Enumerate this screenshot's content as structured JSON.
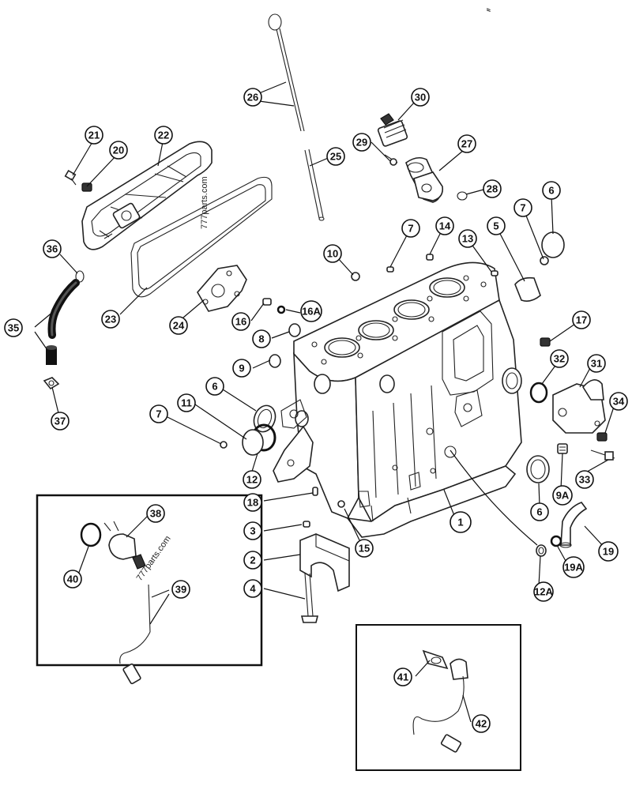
{
  "diagram": {
    "watermark": "777parts.com",
    "corner_mark": "ᐥ",
    "callouts": [
      {
        "id": "c-1",
        "label": "1"
      },
      {
        "id": "c-2",
        "label": "2"
      },
      {
        "id": "c-3",
        "label": "3"
      },
      {
        "id": "c-4",
        "label": "4"
      },
      {
        "id": "c-5",
        "label": "5"
      },
      {
        "id": "c-6a",
        "label": "6"
      },
      {
        "id": "c-6b",
        "label": "6"
      },
      {
        "id": "c-6c",
        "label": "6"
      },
      {
        "id": "c-7a",
        "label": "7"
      },
      {
        "id": "c-7b",
        "label": "7"
      },
      {
        "id": "c-7c",
        "label": "7"
      },
      {
        "id": "c-8",
        "label": "8"
      },
      {
        "id": "c-9",
        "label": "9"
      },
      {
        "id": "c-9a",
        "label": "9A"
      },
      {
        "id": "c-10",
        "label": "10"
      },
      {
        "id": "c-11",
        "label": "11"
      },
      {
        "id": "c-12",
        "label": "12"
      },
      {
        "id": "c-12a",
        "label": "12A"
      },
      {
        "id": "c-13",
        "label": "13"
      },
      {
        "id": "c-14",
        "label": "14"
      },
      {
        "id": "c-15",
        "label": "15"
      },
      {
        "id": "c-16",
        "label": "16"
      },
      {
        "id": "c-16a",
        "label": "16A"
      },
      {
        "id": "c-17",
        "label": "17"
      },
      {
        "id": "c-18",
        "label": "18"
      },
      {
        "id": "c-19",
        "label": "19"
      },
      {
        "id": "c-19a",
        "label": "19A"
      },
      {
        "id": "c-20",
        "label": "20"
      },
      {
        "id": "c-21",
        "label": "21"
      },
      {
        "id": "c-22",
        "label": "22"
      },
      {
        "id": "c-23",
        "label": "23"
      },
      {
        "id": "c-24",
        "label": "24"
      },
      {
        "id": "c-25",
        "label": "25"
      },
      {
        "id": "c-26",
        "label": "26"
      },
      {
        "id": "c-27",
        "label": "27"
      },
      {
        "id": "c-28",
        "label": "28"
      },
      {
        "id": "c-29",
        "label": "29"
      },
      {
        "id": "c-30",
        "label": "30"
      },
      {
        "id": "c-31",
        "label": "31"
      },
      {
        "id": "c-32",
        "label": "32"
      },
      {
        "id": "c-33",
        "label": "33"
      },
      {
        "id": "c-34",
        "label": "34"
      },
      {
        "id": "c-35",
        "label": "35"
      },
      {
        "id": "c-36",
        "label": "36"
      },
      {
        "id": "c-37",
        "label": "37"
      },
      {
        "id": "c-38",
        "label": "38"
      },
      {
        "id": "c-39",
        "label": "39"
      },
      {
        "id": "c-40",
        "label": "40"
      },
      {
        "id": "c-41",
        "label": "41"
      },
      {
        "id": "c-42",
        "label": "42"
      }
    ]
  }
}
